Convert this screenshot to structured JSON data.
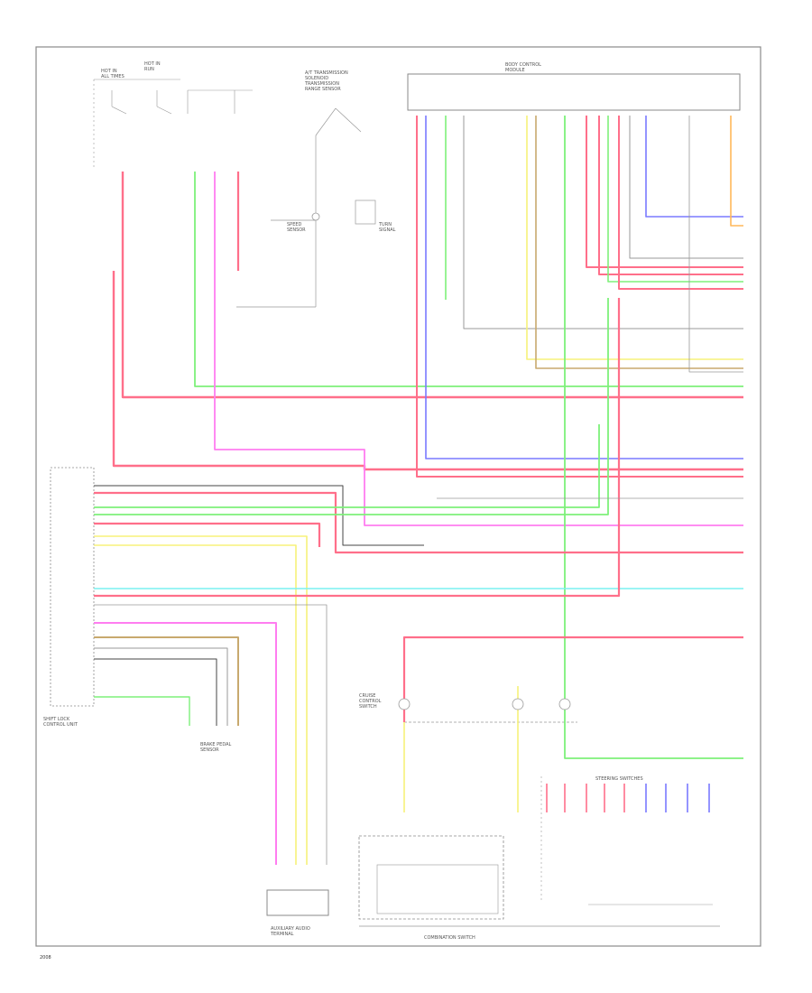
{
  "diagram": {
    "border_color": "#888888",
    "wire_colors": {
      "red": "#ff6f8a",
      "green": "#7ef07a",
      "pink": "#ff7df0",
      "yellow": "#f7f27a",
      "blue": "#7a7aff",
      "orange": "#ffb85a",
      "gray": "#9a9a9a",
      "cyan": "#7af0f0",
      "tan": "#c8a96e",
      "dark": "#444444"
    },
    "labels": {
      "top_left_fuse_a": "HOT IN\nALL TIMES",
      "top_left_fuse_b": "HOT IN\nRUN",
      "transmission_sensor": "A/T TRANSMISSION\nSOLENOID\nTRANSMISSION\nRANGE SENSOR",
      "body_control_unit": "BODY CONTROL\nMODULE",
      "left_lower_block": "SHIFT LOCK\nCONTROL UNIT",
      "bottom_left_connector": "BRAKE PEDAL\nSENSOR",
      "bottom_connector": "AUXILIARY AUDIO\nTERMINAL",
      "bottom_switch_block": "COMBINATION SWITCH",
      "right_bottom_block": "STEERING SWITCHES",
      "left_mid_comp": "SPEED\nSENSOR",
      "right_mid_comp": "TURN\nSIGNAL",
      "bottom_mid_comp": "CRUISE\nCONTROL\nSWITCH",
      "footer": "2008"
    }
  }
}
